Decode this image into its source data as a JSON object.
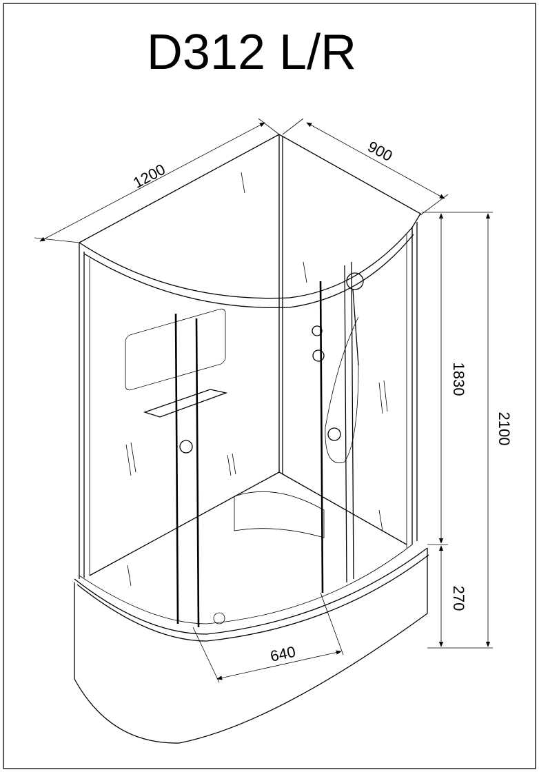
{
  "title": "D312 L/R",
  "dimensions": {
    "width": "1200",
    "depth": "900",
    "cabin_height": "1830",
    "total_height": "2100",
    "tray_height": "270",
    "door_width": "640"
  }
}
